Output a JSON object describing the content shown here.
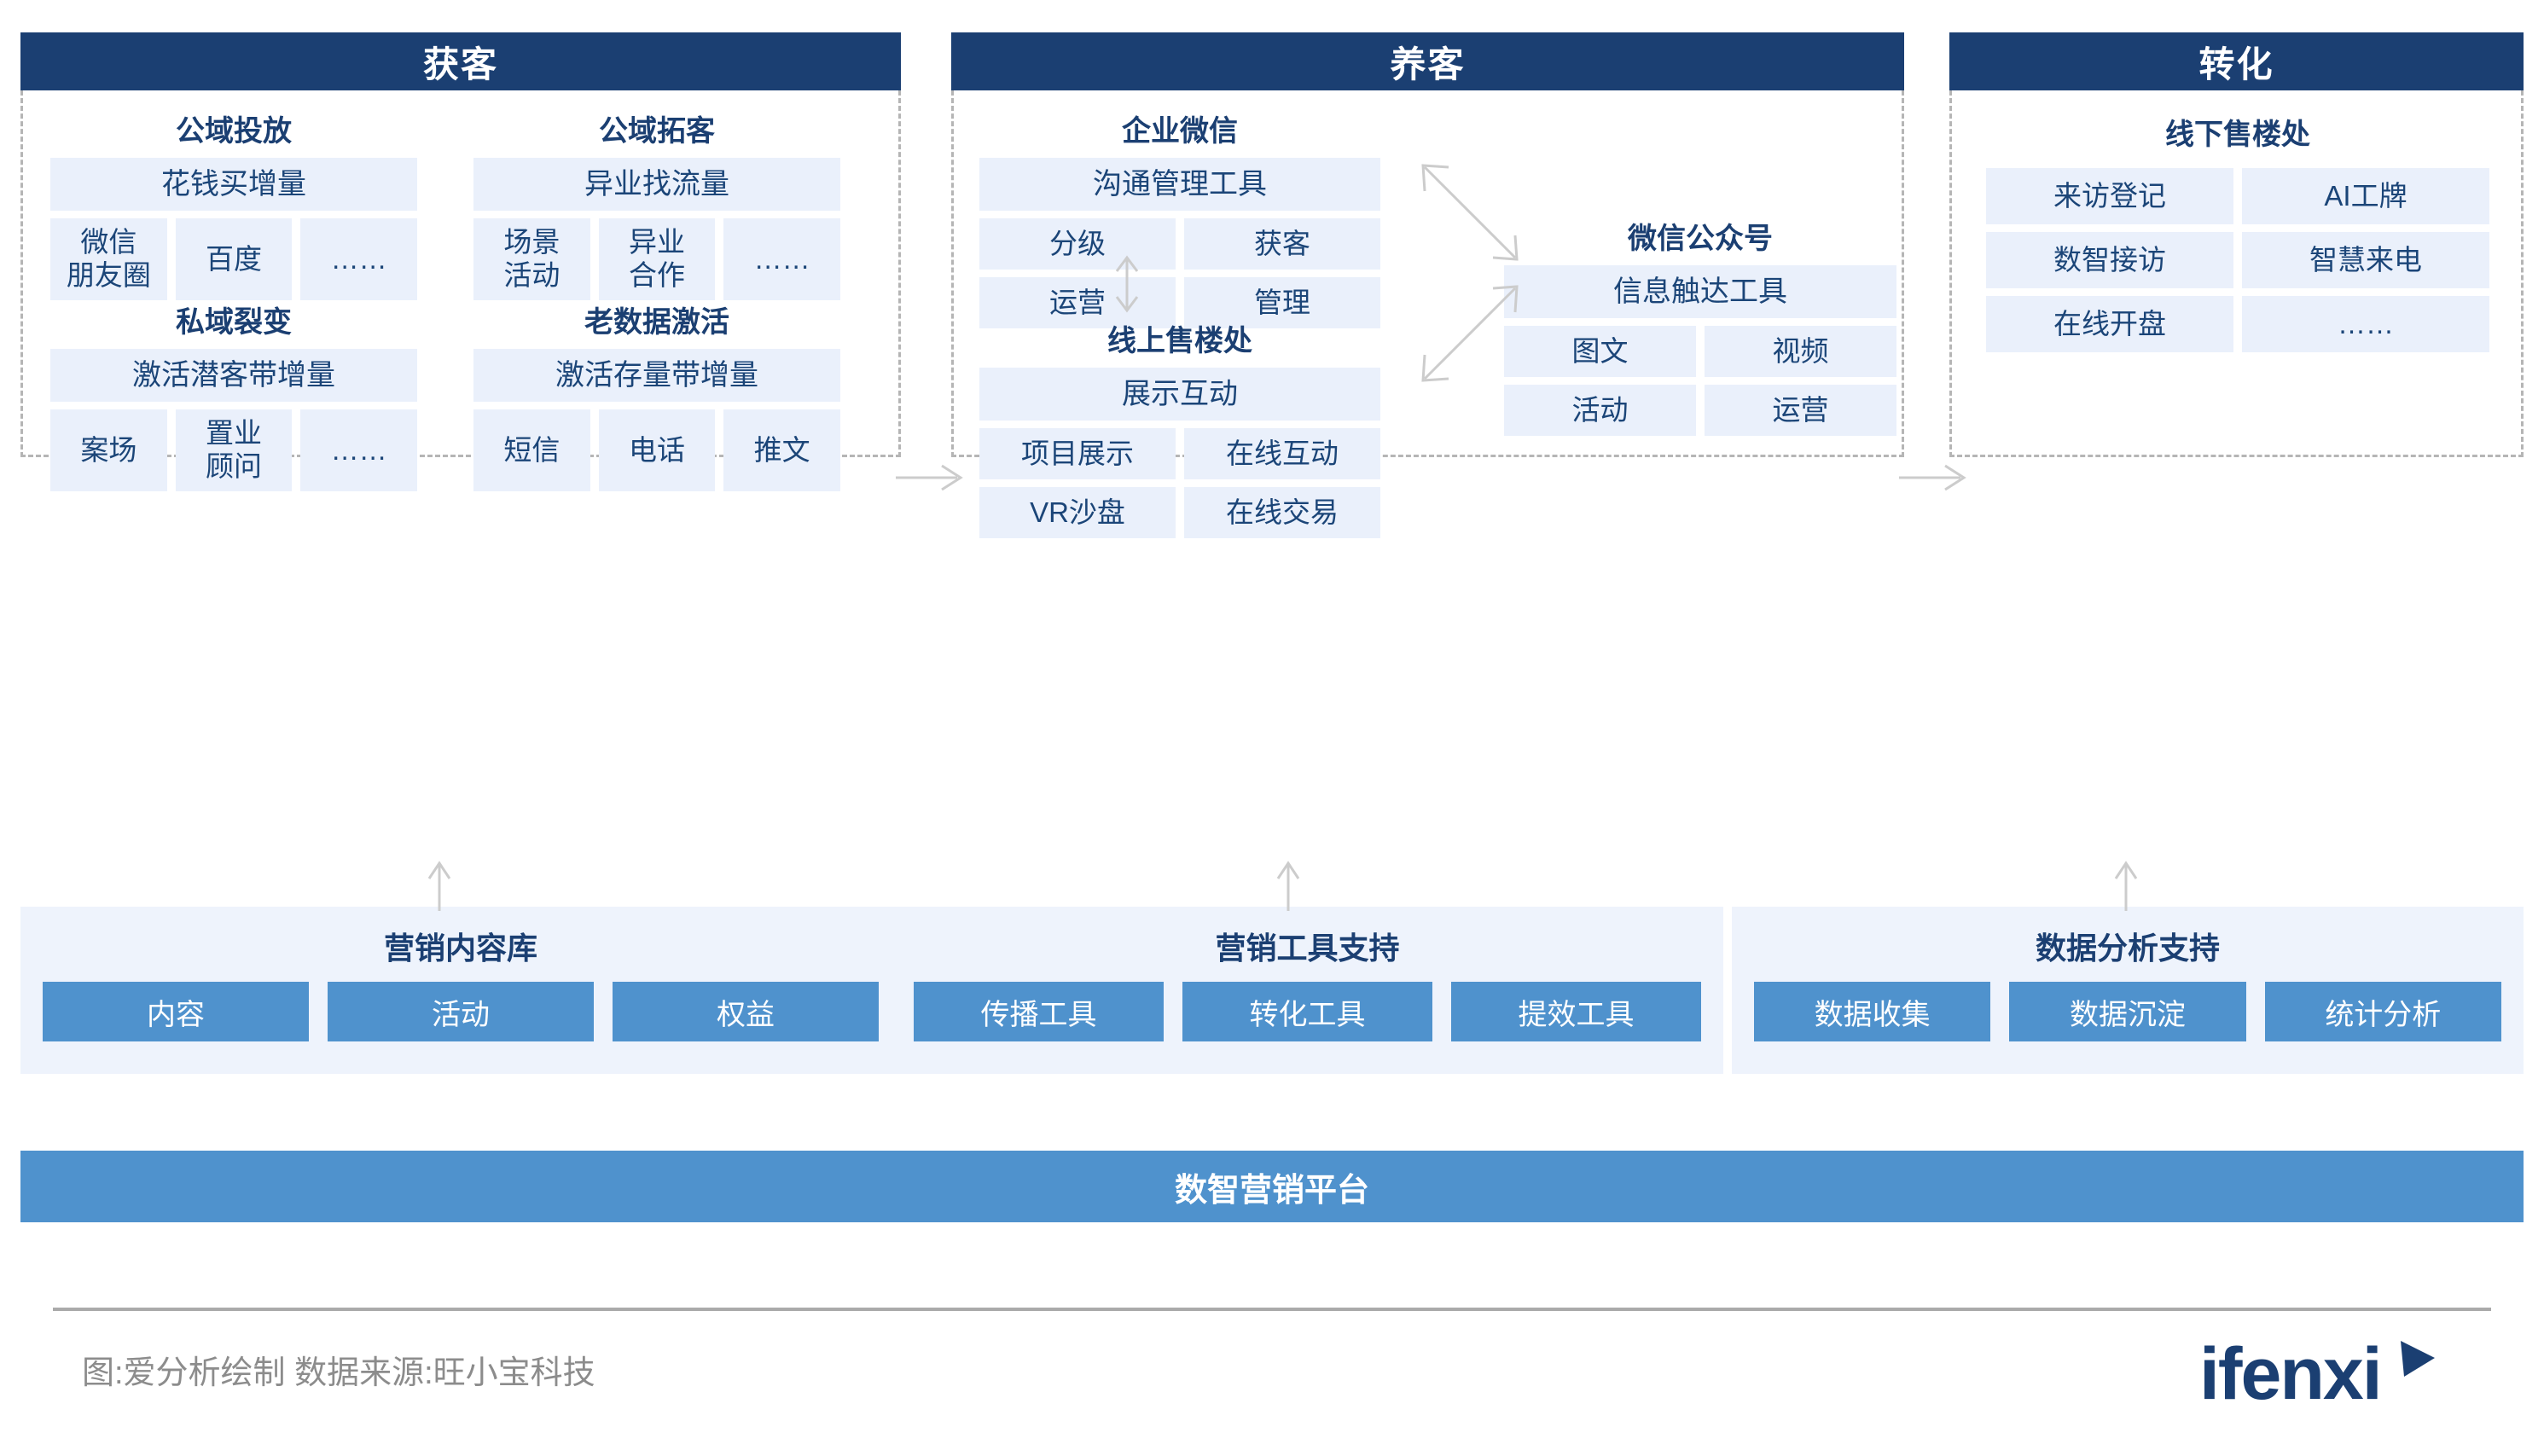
{
  "columns": [
    {
      "header": "获客",
      "groups": [
        {
          "title": "公域投放",
          "lead": "花钱买增量",
          "items": [
            "微信\n朋友圈",
            "百度",
            "……"
          ]
        },
        {
          "title": "公域拓客",
          "lead": "异业找流量",
          "items": [
            "场景\n活动",
            "异业\n合作",
            "……"
          ]
        },
        {
          "title": "私域裂变",
          "lead": "激活潜客带增量",
          "items": [
            "案场",
            "置业\n顾问",
            "……"
          ]
        },
        {
          "title": "老数据激活",
          "lead": "激活存量带增量",
          "items": [
            "短信",
            "电话",
            "推文"
          ]
        }
      ]
    },
    {
      "header": "养客",
      "groups": [
        {
          "title": "企业微信",
          "lead": "沟通管理工具",
          "items": [
            "分级",
            "获客",
            "运营",
            "管理"
          ]
        },
        {
          "title": "线上售楼处",
          "lead": "展示互动",
          "items": [
            "项目展示",
            "在线互动",
            "VR沙盘",
            "在线交易"
          ]
        },
        {
          "title": "微信公众号",
          "lead": "信息触达工具",
          "items": [
            "图文",
            "视频",
            "活动",
            "运营"
          ]
        }
      ]
    },
    {
      "header": "转化",
      "groups": [
        {
          "title": "线下售楼处",
          "lead": "",
          "items": [
            "来访登记",
            "AI工牌",
            "数智接访",
            "智慧来电",
            "在线开盘",
            "……"
          ]
        }
      ]
    }
  ],
  "supports": [
    {
      "title": "营销内容库",
      "chips": [
        "内容",
        "活动",
        "权益"
      ]
    },
    {
      "title": "营销工具支持",
      "chips": [
        "传播工具",
        "转化工具",
        "提效工具"
      ]
    },
    {
      "title": "数据分析支持",
      "chips": [
        "数据收集",
        "数据沉淀",
        "统计分析"
      ]
    }
  ],
  "platform": {
    "label": "数智营销平台"
  },
  "footer": {
    "note": "图:爱分析绘制   数据来源:旺小宝科技",
    "logo_text": "ifenxi"
  },
  "colors": {
    "header_navy": "#1b3f72",
    "cell_blue": "#eaf0fb",
    "chip_blue": "#4f92cd",
    "support_bg": "#eef3fc",
    "text_navy": "#1b4578",
    "arrow_gray": "#bdbdbd",
    "footer_gray": "#8c8c8c"
  }
}
